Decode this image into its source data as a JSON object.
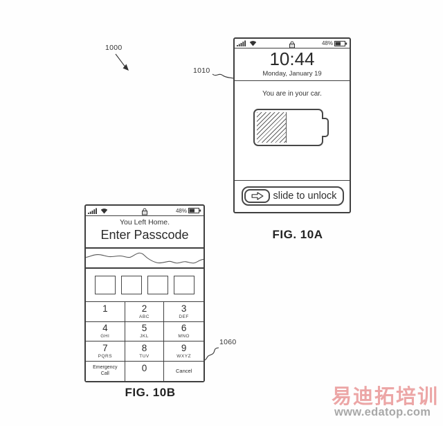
{
  "page": {
    "background": "#fefefe",
    "line_color": "#3f3f3f",
    "text_color": "#2b2b2b"
  },
  "refs": {
    "main": "1000",
    "phone_a": "1010",
    "phone_b": "1060"
  },
  "captions": {
    "fig_a": "FIG. 10A",
    "fig_b": "FIG. 10B"
  },
  "phone_a": {
    "status_bar": {
      "signal_icon": "signal-bars-icon",
      "wifi_icon": "wifi-icon",
      "lock_icon": "padlock-icon",
      "battery_percent": "48%",
      "battery_icon": "battery-status-icon"
    },
    "time": "10:44",
    "date": "Monday, January 19",
    "message": "You are in your car.",
    "battery_graphic": {
      "icon": "battery-level-graphic",
      "fill_style": "diagonal-hatch",
      "fill_percent": 45
    },
    "slider": {
      "arrow_icon": "right-arrow-icon",
      "label": "slide to unlock"
    }
  },
  "phone_b": {
    "status_bar": {
      "signal_icon": "signal-bars-icon",
      "wifi_icon": "wifi-icon",
      "lock_icon": "padlock-icon",
      "battery_percent": "48%",
      "battery_icon": "battery-status-icon"
    },
    "header": {
      "line1": "You Left Home.",
      "line2": "Enter Passcode"
    },
    "skyline_graphic": "wavy-skyline-graphic",
    "passcode_slots": 4,
    "keypad": {
      "keys": [
        {
          "primary": "1",
          "secondary": ""
        },
        {
          "primary": "2",
          "secondary": "ABC"
        },
        {
          "primary": "3",
          "secondary": "DEF"
        },
        {
          "primary": "4",
          "secondary": "GHI"
        },
        {
          "primary": "5",
          "secondary": "JKL"
        },
        {
          "primary": "6",
          "secondary": "MNO"
        },
        {
          "primary": "7",
          "secondary": "PQRS"
        },
        {
          "primary": "8",
          "secondary": "TUV"
        },
        {
          "primary": "9",
          "secondary": "WXYZ"
        },
        {
          "primary": "Emergency Call",
          "secondary": ""
        },
        {
          "primary": "0",
          "secondary": ""
        },
        {
          "primary": "Cancel",
          "secondary": ""
        }
      ]
    }
  },
  "watermark": {
    "brand": "易迪拓培训",
    "url": "www.edatop.com",
    "brand_color": "#dd5c5c",
    "url_color": "#a8a8a8"
  }
}
